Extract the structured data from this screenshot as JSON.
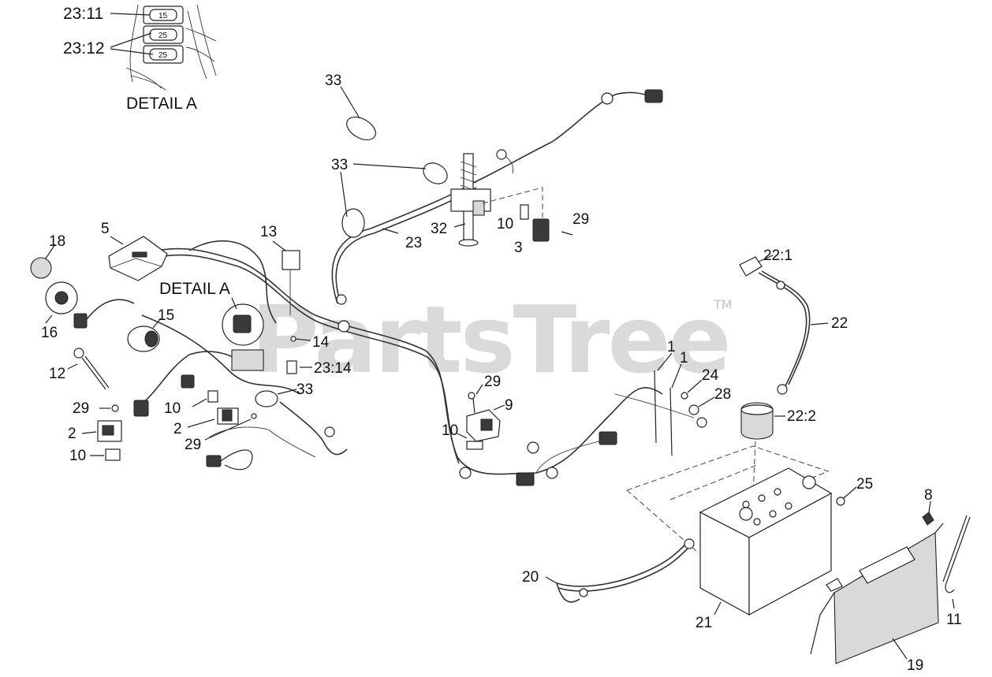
{
  "watermark": {
    "brand": "PartsTree",
    "trademark": "TM"
  },
  "detail": {
    "title": "DETAIL A",
    "fuses": [
      "15",
      "25",
      "25"
    ]
  },
  "callouts": {
    "c_23_11": "23:11",
    "c_23_12": "23:12",
    "c_detail_a": "DETAIL A",
    "c_33_top": "33",
    "c_33_mid": "33",
    "c_33_low": "33",
    "c_23": "23",
    "c_32": "32",
    "c_10_top": "10",
    "c_29_top": "29",
    "c_3": "3",
    "c_5": "5",
    "c_13": "13",
    "c_18": "18",
    "c_16": "16",
    "c_15": "15",
    "c_14": "14",
    "c_23_14": "23:14",
    "c_12": "12",
    "c_29_left": "29",
    "c_2_left": "2",
    "c_10_left": "10",
    "c_10_mid": "10",
    "c_2_mid": "2",
    "c_29_mid": "29",
    "c_29_right": "29",
    "c_9": "9",
    "c_10_right": "10",
    "c_1_a": "1",
    "c_1_b": "1",
    "c_24": "24",
    "c_28": "28",
    "c_22_1": "22:1",
    "c_22": "22",
    "c_22_2": "22:2",
    "c_25": "25",
    "c_8": "8",
    "c_20": "20",
    "c_21": "21",
    "c_11": "11",
    "c_19": "19"
  }
}
